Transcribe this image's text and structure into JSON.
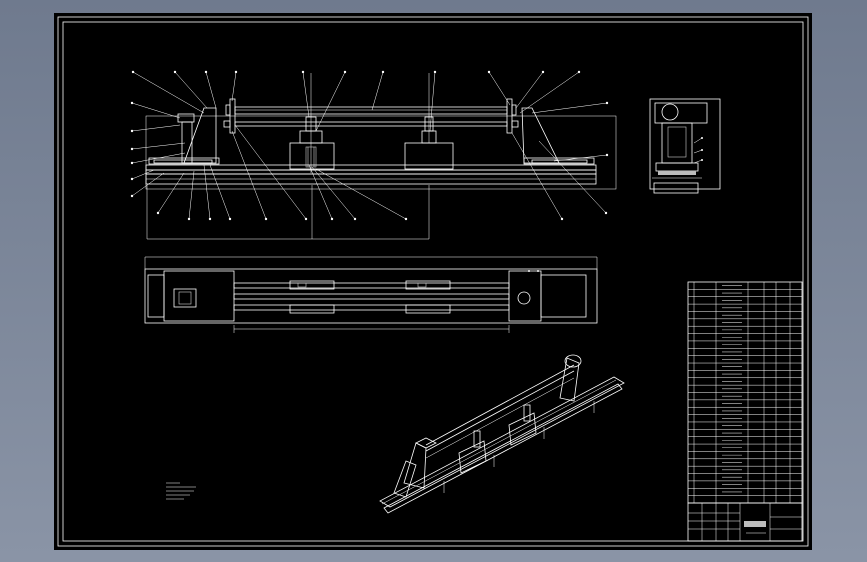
{
  "drawing": {
    "background": "#000000",
    "line_color": "#ffffff",
    "frame_color": "#ffffff",
    "canvas_color": "#7b869a"
  },
  "views": {
    "front_view": {
      "name": "front-elevation-view"
    },
    "side_view": {
      "name": "side-elevation-view"
    },
    "top_view": {
      "name": "plan-view"
    },
    "iso_view": {
      "name": "isometric-view"
    }
  },
  "bom": {
    "rows": 30
  },
  "title_block": {}
}
